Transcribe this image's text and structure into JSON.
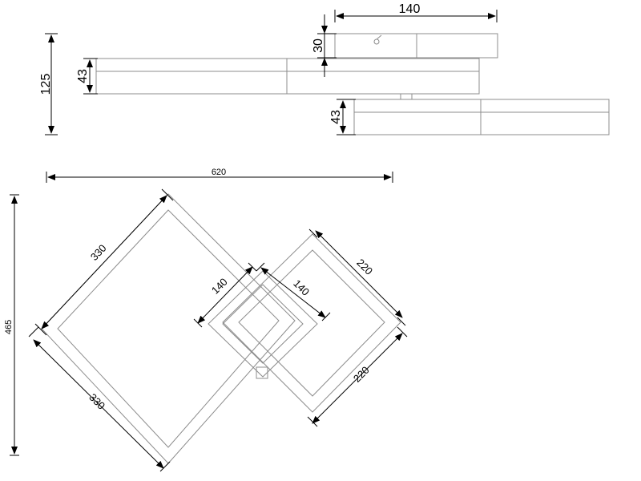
{
  "side_view": {
    "dims": {
      "top_width": "140",
      "top_height": "30",
      "total_height": "125",
      "panel1_height": "43",
      "panel2_height": "43"
    }
  },
  "top_view": {
    "dims": {
      "overall_width": "620",
      "overall_height": "465",
      "big_upper": "330",
      "big_lower": "330",
      "center_left": "140",
      "center_right": "140",
      "small_upper": "220",
      "small_lower": "220"
    }
  },
  "colors": {
    "outline": "#8c8c8c",
    "dimension": "#000000",
    "background": "#ffffff"
  }
}
